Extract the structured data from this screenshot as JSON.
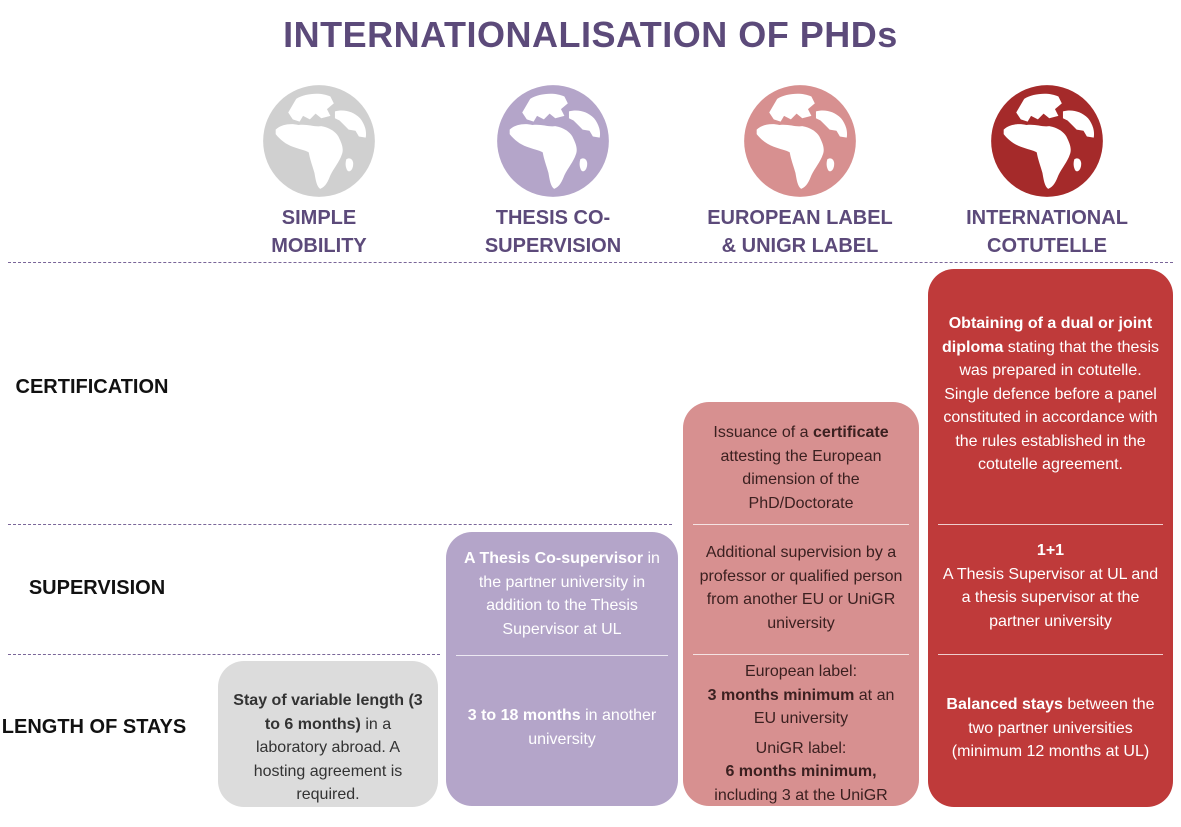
{
  "title": "INTERNATIONALISATION OF PHDs",
  "colors": {
    "simple": "#d0d0d0",
    "cosup": "#b4a5c9",
    "euro": "#d79090",
    "cotutelle": "#a52a2a",
    "title": "#5c4a7a"
  },
  "columns": [
    {
      "line1": "SIMPLE",
      "line2": "MOBILITY",
      "icon": "globe-icon"
    },
    {
      "line1": "THESIS CO-",
      "line2": "SUPERVISION",
      "icon": "globe-icon"
    },
    {
      "line1": "EUROPEAN LABEL",
      "line2": "& UNIGR LABEL",
      "icon": "globe-icon"
    },
    {
      "line1": "INTERNATIONAL",
      "line2": "COTUTELLE",
      "icon": "globe-icon"
    }
  ],
  "rows": {
    "certification": "CERTIFICATION",
    "supervision": "SUPERVISION",
    "length": "LENGTH OF STAYS"
  },
  "cells": {
    "simple_length": {
      "b1": "Stay of variable length (3 to 6 months)",
      "t1": " in a laboratory abroad. A hosting agreement is required."
    },
    "cosup_supervision": {
      "b1": "A Thesis Co-supervisor",
      "t1": " in the partner university in addition to the Thesis Supervisor at UL"
    },
    "cosup_length": {
      "b1": "3 to 18 months",
      "t1": " in another university"
    },
    "euro_certification": {
      "t0": "Issuance of a ",
      "b1": "certificate",
      "t1": " attesting the European dimension of the PhD/Doctorate"
    },
    "euro_supervision": {
      "t1": "Additional supervision by a professor or qualified person from another EU or UniGR university"
    },
    "euro_length": {
      "l1": "European label:",
      "b1": "3 months minimum",
      "t1": " at an EU university",
      "l2": "UniGR label:",
      "b2": "6 months minimum,",
      "t2": " including 3 at the UniGR"
    },
    "cot_certification": {
      "b1": "Obtaining of a dual or joint diploma",
      "t1": " stating that the thesis was prepared in cotutelle. Single defence before a panel constituted in accordance with the rules established in the cotutelle agreement."
    },
    "cot_supervision": {
      "b1": "1+1",
      "t1": "A Thesis Supervisor at UL and a thesis supervisor at the partner university"
    },
    "cot_length": {
      "b1": "Balanced stays",
      "t1": " between the two partner universities (minimum 12 months at UL)"
    }
  }
}
